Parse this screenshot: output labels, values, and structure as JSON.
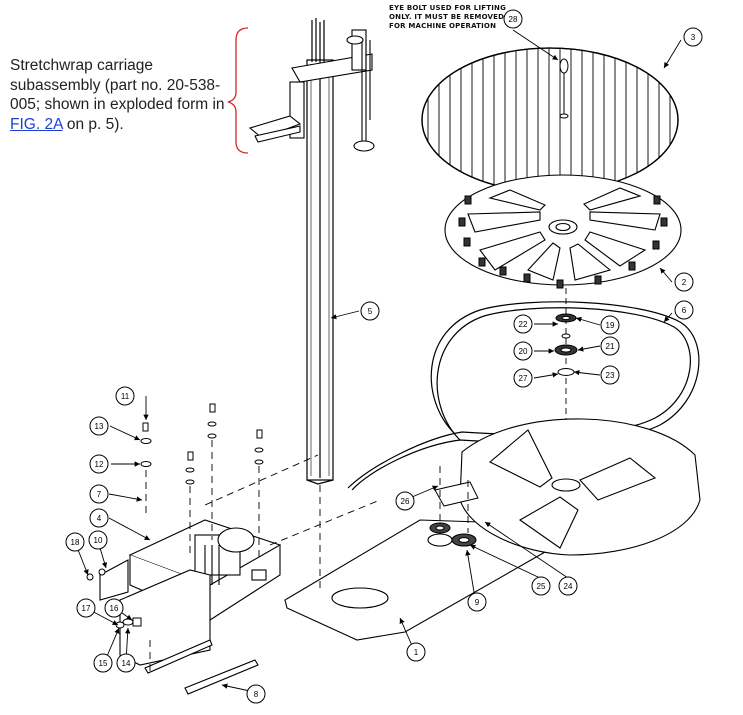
{
  "callout": {
    "text_before": "Stretchwrap carriage subassembly (part no. 20-538-005; shown in exploded form in ",
    "link_text": "FIG. 2A",
    "text_after": " on p. 5)."
  },
  "eyebolt_note": {
    "line1": "EYE BOLT USED FOR LIFTING",
    "line2": "ONLY. IT MUST BE REMOVED",
    "line3": "FOR MACHINE OPERATION"
  },
  "balloons": [
    {
      "id": "b1",
      "label": "1"
    },
    {
      "id": "b2",
      "label": "2"
    },
    {
      "id": "b3",
      "label": "3"
    },
    {
      "id": "b4",
      "label": "4"
    },
    {
      "id": "b5",
      "label": "5"
    },
    {
      "id": "b6",
      "label": "6"
    },
    {
      "id": "b7",
      "label": "7"
    },
    {
      "id": "b8",
      "label": "8"
    },
    {
      "id": "b9",
      "label": "9"
    },
    {
      "id": "b10",
      "label": "10"
    },
    {
      "id": "b11",
      "label": "11"
    },
    {
      "id": "b12",
      "label": "12"
    },
    {
      "id": "b13",
      "label": "13"
    },
    {
      "id": "b14",
      "label": "14"
    },
    {
      "id": "b15",
      "label": "15"
    },
    {
      "id": "b16",
      "label": "16"
    },
    {
      "id": "b17",
      "label": "17"
    },
    {
      "id": "b18",
      "label": "18"
    },
    {
      "id": "b19",
      "label": "19"
    },
    {
      "id": "b20",
      "label": "20"
    },
    {
      "id": "b21",
      "label": "21"
    },
    {
      "id": "b22",
      "label": "22"
    },
    {
      "id": "b23",
      "label": "23"
    },
    {
      "id": "b24",
      "label": "24"
    },
    {
      "id": "b25",
      "label": "25"
    },
    {
      "id": "b26",
      "label": "26"
    },
    {
      "id": "b27",
      "label": "27"
    },
    {
      "id": "b28",
      "label": "28"
    }
  ]
}
